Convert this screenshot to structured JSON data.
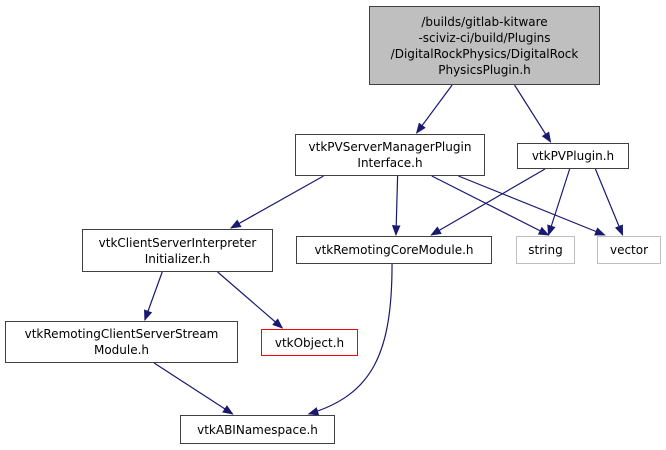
{
  "graph": {
    "edge_color": "#191970",
    "nodes": [
      {
        "id": "root",
        "label": "/builds/gitlab-kitware\n-sciviz-ci/build/Plugins\n/DigitalRockPhysics/DigitalRock\nPhysicsPlugin.h",
        "kind": "root"
      },
      {
        "id": "smpi",
        "label": "vtkPVServerManagerPlugin\nInterface.h",
        "kind": "normal"
      },
      {
        "id": "pvplugin",
        "label": "vtkPVPlugin.h",
        "kind": "normal"
      },
      {
        "id": "csii",
        "label": "vtkClientServerInterpreter\nInitializer.h",
        "kind": "normal"
      },
      {
        "id": "rcm",
        "label": "vtkRemotingCoreModule.h",
        "kind": "normal"
      },
      {
        "id": "string",
        "label": "string",
        "kind": "system"
      },
      {
        "id": "vector",
        "label": "vector",
        "kind": "system"
      },
      {
        "id": "rcssm",
        "label": "vtkRemotingClientServerStream\nModule.h",
        "kind": "normal"
      },
      {
        "id": "object",
        "label": "vtkObject.h",
        "kind": "missing"
      },
      {
        "id": "abi",
        "label": "vtkABINamespace.h",
        "kind": "normal"
      }
    ],
    "edges": [
      [
        "root",
        "smpi"
      ],
      [
        "root",
        "pvplugin"
      ],
      [
        "smpi",
        "csii"
      ],
      [
        "smpi",
        "rcm"
      ],
      [
        "smpi",
        "string"
      ],
      [
        "smpi",
        "vector"
      ],
      [
        "pvplugin",
        "rcm"
      ],
      [
        "pvplugin",
        "string"
      ],
      [
        "pvplugin",
        "vector"
      ],
      [
        "csii",
        "rcssm"
      ],
      [
        "csii",
        "object"
      ],
      [
        "rcm",
        "abi"
      ],
      [
        "rcssm",
        "abi"
      ]
    ]
  }
}
